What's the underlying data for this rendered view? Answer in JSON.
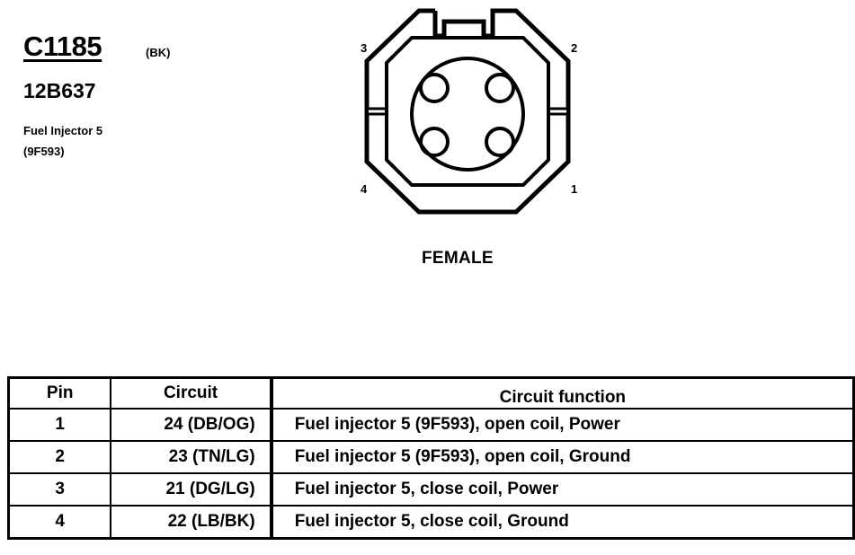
{
  "connector": {
    "code": "C1185",
    "color": "(BK)",
    "part_number": "12B637",
    "description_line1": "Fuel Injector 5",
    "description_line2": "(9F593)",
    "gender": "FEMALE",
    "pin_labels": [
      "1",
      "2",
      "3",
      "4"
    ]
  },
  "table": {
    "headers": [
      "Pin",
      "Circuit",
      "Circuit function"
    ],
    "rows": [
      {
        "pin": "1",
        "circuit": "24 (DB/OG)",
        "function": "Fuel injector 5 (9F593), open coil, Power"
      },
      {
        "pin": "2",
        "circuit": "23 (TN/LG)",
        "function": "Fuel injector 5 (9F593), open coil, Ground"
      },
      {
        "pin": "3",
        "circuit": "21 (DG/LG)",
        "function": "Fuel injector 5, close coil, Power"
      },
      {
        "pin": "4",
        "circuit": "22 (LB/BK)",
        "function": "Fuel injector 5, close coil, Ground"
      }
    ]
  }
}
